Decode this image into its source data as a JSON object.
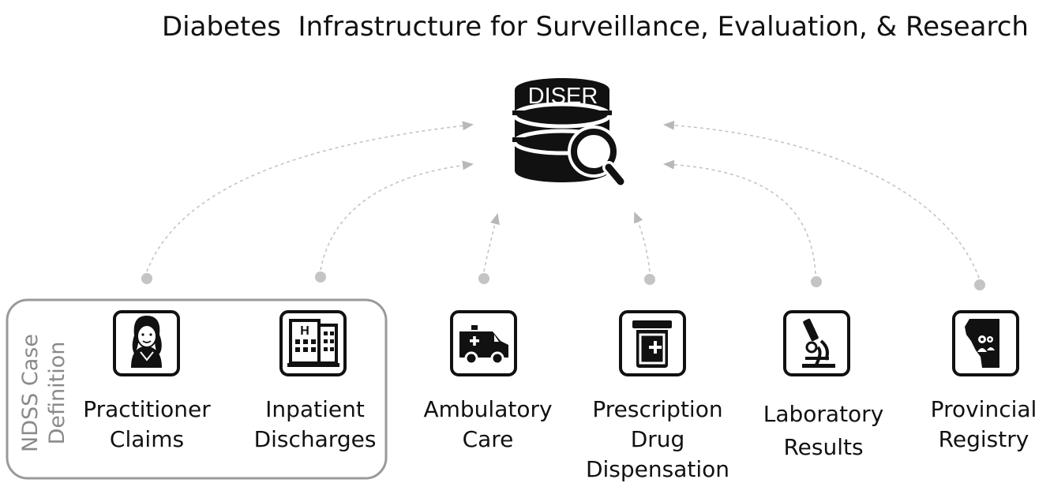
{
  "title": "Diabetes  Infrastructure for Surveillance, Evaluation, & Research",
  "hub": {
    "label": "DISER",
    "icon": "database-search-icon"
  },
  "group": {
    "label_line1": "NDSS Case",
    "label_line2": "Definition"
  },
  "sources": [
    {
      "line1": "Practitioner",
      "line2": "Claims",
      "line3": "",
      "icon": "doctor-icon"
    },
    {
      "line1": "Inpatient",
      "line2": "Discharges",
      "line3": "",
      "icon": "hospital-icon"
    },
    {
      "line1": "Ambulatory",
      "line2": "Care",
      "line3": "",
      "icon": "ambulance-icon"
    },
    {
      "line1": "Prescription",
      "line2": "Drug",
      "line3": "Dispensation",
      "icon": "pill-bottle-icon"
    },
    {
      "line1": "Laboratory",
      "line2": "Results",
      "line3": "",
      "icon": "microscope-icon"
    },
    {
      "line1": "Provincial",
      "line2": "Registry",
      "line3": "",
      "icon": "province-map-icon"
    }
  ],
  "colors": {
    "text": "#111111",
    "connector": "#b8b8b8",
    "group_border": "#9a9a9a",
    "group_label": "#8a8a8a"
  }
}
